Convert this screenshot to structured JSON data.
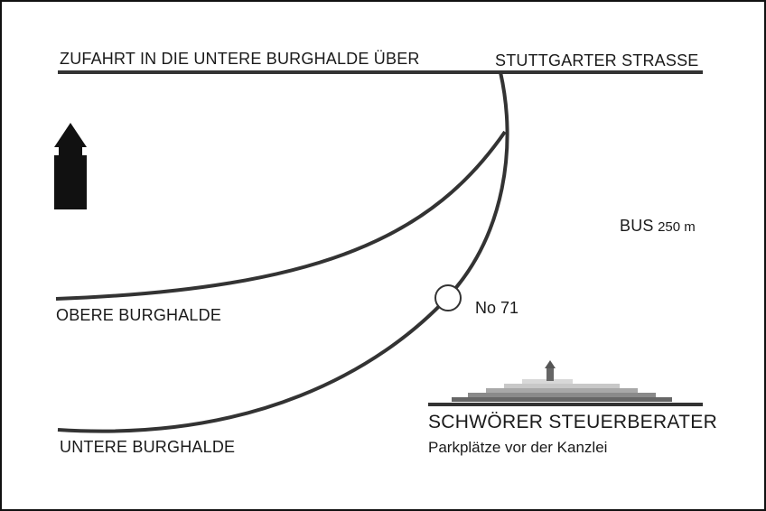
{
  "map": {
    "access_label": "ZUFAHRT IN DIE UNTERE BURGHALDE ÜBER",
    "main_street": "STUTTGARTER STRASSE",
    "upper_street": "OBERE BURGHALDE",
    "lower_street": "UNTERE BURGHALDE",
    "location_label": "No 71",
    "bus": {
      "label": "BUS",
      "distance": "250 m"
    },
    "north_arrow_icon": "north-arrow-icon",
    "location_marker_icon": "circle-marker-icon"
  },
  "company": {
    "name": "SCHWÖRER STEUERBERATER",
    "note": "Parkplätze vor der Kanzlei",
    "logo_icon": "stepped-pyramid-tower-logo"
  },
  "colors": {
    "line": "#333333",
    "text": "#1a1a1a",
    "arrow": "#111111",
    "logo_light": "#c8c8c8",
    "logo_mid": "#a8a8a8",
    "logo_dark": "#8a8a8a",
    "logo_darkest": "#666666"
  }
}
